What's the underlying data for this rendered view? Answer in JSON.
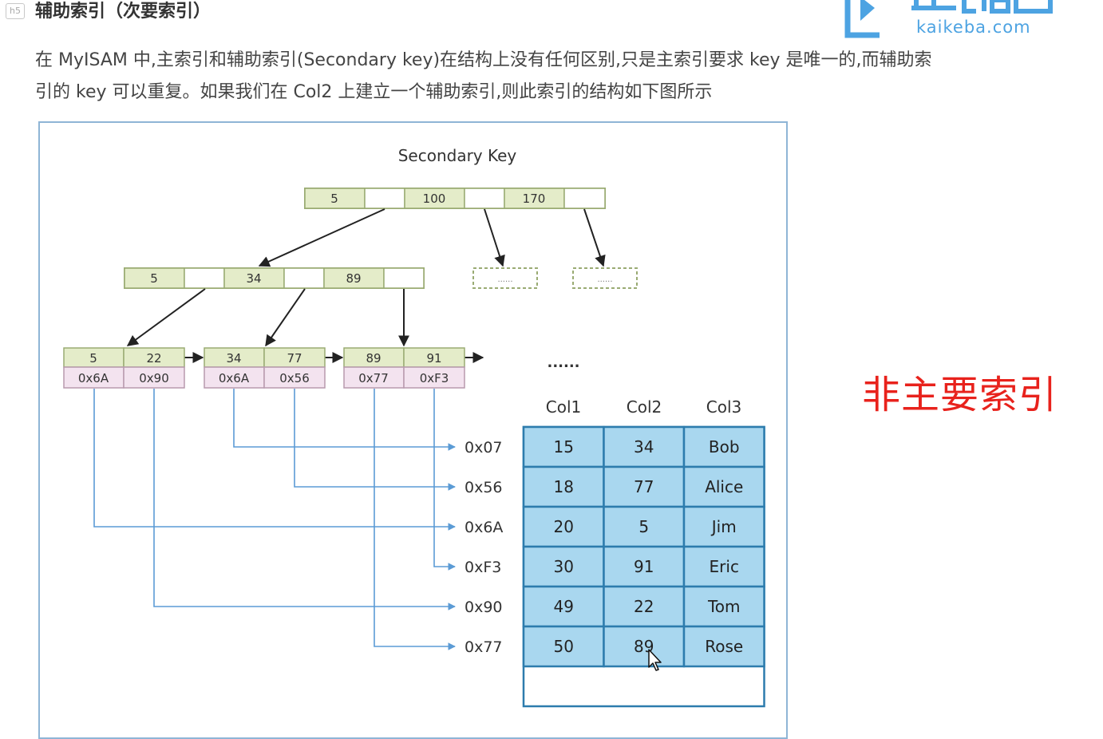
{
  "header": {
    "badge": "h5",
    "title": "辅助索引（次要索引）"
  },
  "paragraph": {
    "line1": "在 MyISAM 中,主索引和辅助索引(Secondary key)在结构上没有任何区别,只是主索引要求 key 是唯一的,而辅助索",
    "line2": "引的 key 可以重复。如果我们在 Col2 上建立一个辅助索引,则此索引的结构如下图所示"
  },
  "logo": {
    "domain": "kaikeba.com",
    "brand_color": "#4da3e2"
  },
  "side_note": {
    "text": "非主要索引",
    "color": "#e8221c"
  },
  "diagram": {
    "title": "Secondary Key",
    "root_keys": [
      "5",
      "100",
      "170"
    ],
    "inner_keys": [
      "5",
      "34",
      "89"
    ],
    "placeholder": "......",
    "ellipsis": "......",
    "leaves": [
      {
        "keys": [
          "5",
          "22"
        ],
        "ptrs": [
          "0x6A",
          "0x90"
        ]
      },
      {
        "keys": [
          "34",
          "77"
        ],
        "ptrs": [
          "0x6A",
          "0x56"
        ]
      },
      {
        "keys": [
          "89",
          "91"
        ],
        "ptrs": [
          "0x77",
          "0xF3"
        ]
      }
    ],
    "addresses": [
      "0x07",
      "0x56",
      "0x6A",
      "0xF3",
      "0x90",
      "0x77"
    ],
    "table": {
      "headers": [
        "Col1",
        "Col2",
        "Col3"
      ],
      "rows": [
        [
          "15",
          "34",
          "Bob"
        ],
        [
          "18",
          "77",
          "Alice"
        ],
        [
          "20",
          "5",
          "Jim"
        ],
        [
          "30",
          "91",
          "Eric"
        ],
        [
          "49",
          "22",
          "Tom"
        ],
        [
          "50",
          "89",
          "Rose"
        ]
      ]
    },
    "colors": {
      "key_cell": "#e4ecc9",
      "key_border": "#9aab73",
      "ptr_cell": "#f3e3ef",
      "ptr_border": "#b89aae",
      "table_cell": "#a9d7ef",
      "table_border": "#2d7cad",
      "connector": "#5b9bd5"
    }
  }
}
